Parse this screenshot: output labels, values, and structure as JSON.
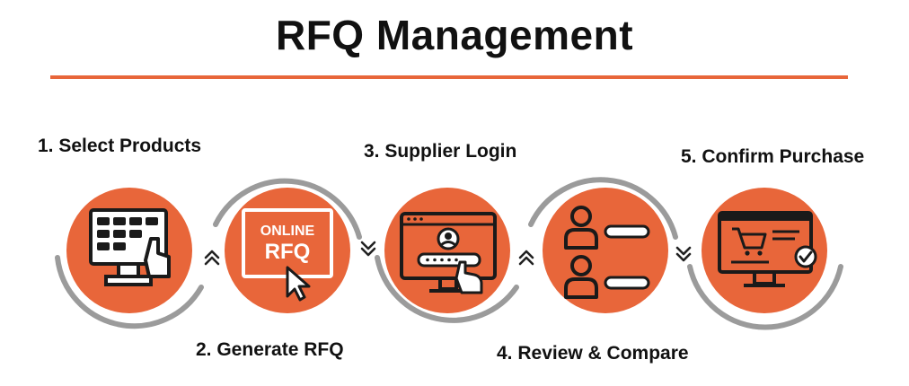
{
  "title": "RFQ Management",
  "accent_color": "#e8663a",
  "arc_color": "#9b9b9b",
  "steps": [
    {
      "label": "1. Select Products",
      "icon": "touchscreen-kiosk-icon"
    },
    {
      "label": "2. Generate RFQ",
      "icon": "online-rfq-icon",
      "badge_line1": "ONLINE",
      "badge_line2": "RFQ"
    },
    {
      "label": "3. Supplier Login",
      "icon": "monitor-login-icon"
    },
    {
      "label": "4. Review & Compare",
      "icon": "compare-profiles-icon"
    },
    {
      "label": "5. Confirm Purchase",
      "icon": "shopping-cart-monitor-icon"
    }
  ],
  "connectors": [
    {
      "direction": "up",
      "icon": "chevron-double-up-icon"
    },
    {
      "direction": "down",
      "icon": "chevron-double-down-icon"
    },
    {
      "direction": "up",
      "icon": "chevron-double-up-icon"
    },
    {
      "direction": "down",
      "icon": "chevron-double-down-icon"
    }
  ]
}
